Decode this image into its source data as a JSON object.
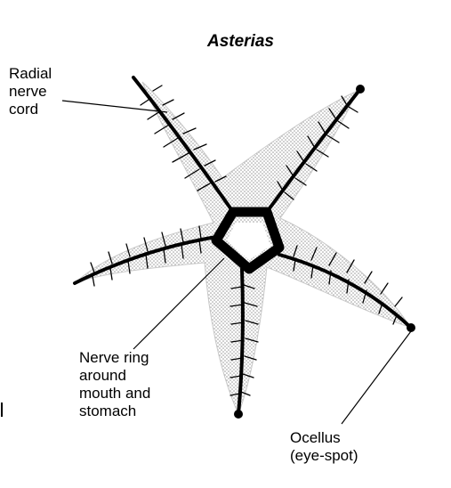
{
  "title": "Asterias",
  "labels": {
    "radial_nerve_cord": "Radial\nnerve\ncord",
    "nerve_ring": "Nerve ring\naround\nmouth and\nstomach",
    "ocellus": "Ocellus\n(eye-spot)"
  },
  "colors": {
    "ink": "#000000",
    "body_stipple": "#b9b9b9",
    "background": "#ffffff"
  }
}
